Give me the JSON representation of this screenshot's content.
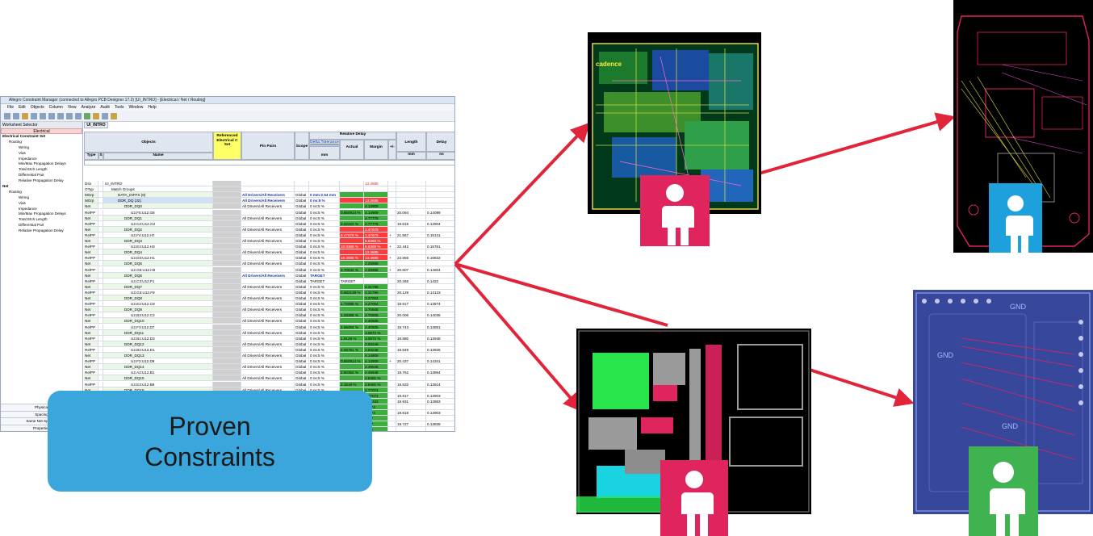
{
  "window": {
    "title": "Allegro Constraint Manager (connected to Allegro PCB Designer 17.2) [UI_INTRO] - [Electrical / Net / Routing]",
    "menus": [
      "File",
      "Edit",
      "Objects",
      "Column",
      "View",
      "Analyze",
      "Audit",
      "Tools",
      "Window",
      "Help"
    ]
  },
  "worksheet": {
    "header": "Worksheet Selector",
    "selected": "Electrical",
    "tree": [
      {
        "level": 1,
        "label": "Electrical Constraint Set"
      },
      {
        "level": 2,
        "label": "Routing"
      },
      {
        "level": 3,
        "label": "Wiring"
      },
      {
        "level": 3,
        "label": "Vias"
      },
      {
        "level": 3,
        "label": "Impedance"
      },
      {
        "level": 3,
        "label": "Min/Max Propagation Delays"
      },
      {
        "level": 3,
        "label": "Total Etch Length"
      },
      {
        "level": 3,
        "label": "Differential Pair"
      },
      {
        "level": 3,
        "label": "Relative Propagation Delay"
      },
      {
        "level": 1,
        "label": "Net"
      },
      {
        "level": 2,
        "label": "Routing"
      },
      {
        "level": 3,
        "label": "Wiring"
      },
      {
        "level": 3,
        "label": "Vias"
      },
      {
        "level": 3,
        "label": "Impedance"
      },
      {
        "level": 3,
        "label": "Min/Max Propagation Delays"
      },
      {
        "level": 3,
        "label": "Total Etch Length"
      },
      {
        "level": 3,
        "label": "Differential Pair"
      },
      {
        "level": 3,
        "label": "Relative Propagation Delay"
      }
    ],
    "bottom_tabs": [
      "Physical",
      "Spacing",
      "Same Net Spacing",
      "Properties"
    ]
  },
  "grid": {
    "tab": "UI_INTRO",
    "headers": {
      "objects": "Objects",
      "type": "Type",
      "s": "S",
      "name": "Name",
      "ref_cset": "Referenced Electrical C Set",
      "pin_pairs": "Pin Pairs",
      "scope": "Scope",
      "relative_delay": "Relative Delay",
      "delta_tolerance": "Delta:Tolerance",
      "actual": "Actual",
      "margin": "Margin",
      "plusminus": "+/-",
      "length": "Length",
      "delay": "Delay",
      "mm": "mm",
      "ns": "ns"
    },
    "rows": [
      {
        "type": "Dsn",
        "name": "UI_INTRO",
        "ind": 0,
        "pins": "",
        "scope": "",
        "tol": "",
        "actual": "",
        "ac": "",
        "margin": "13.3685",
        "mc": "redtxt",
        "pm": "",
        "len": "",
        "dly": ""
      },
      {
        "type": "OTyp",
        "name": "Match Groups",
        "ind": 1,
        "pins": "",
        "scope": "",
        "tol": "",
        "actual": "",
        "ac": "",
        "margin": "",
        "mc": "",
        "pm": "",
        "len": "",
        "dly": ""
      },
      {
        "type": "MGrp",
        "name": "DATA_DIFFS (8)",
        "ind": 2,
        "pins": "All Drivers/All Receivers",
        "scope": "Global",
        "tol": "0 mm:2.54 mm",
        "actual": "",
        "ac": "green",
        "margin": "",
        "mc": "green",
        "pm": "",
        "len": "",
        "dly": "",
        "blue": true
      },
      {
        "type": "MGrp",
        "name": "DDR_DQ (32)",
        "ind": 2,
        "pins": "All Drivers/All Receivers",
        "scope": "Global",
        "tol": "0 ns:5 %",
        "actual": "",
        "ac": "red",
        "margin": "13.3685",
        "mc": "red",
        "pm": "",
        "len": "",
        "dly": "",
        "blue": true,
        "sel": true
      },
      {
        "type": "Net",
        "name": "DDR_DQ0",
        "ind": 3,
        "pins": "All Drivers/All Receivers",
        "scope": "Global",
        "tol": "0 ns:5 %",
        "actual": "",
        "ac": "green",
        "margin": "4.14909",
        "mc": "green",
        "pm": "",
        "len": "",
        "dly": ""
      },
      {
        "type": "RelPP",
        "name": "U2.F5:U12.G8",
        "ind": 4,
        "pins": "",
        "scope": "Global",
        "tol": "0 ns:5 %",
        "actual": "0.850914 %",
        "ac": "green",
        "margin": "4.14909",
        "mc": "green",
        "pm": "",
        "len": "20.094",
        "dly": "0.14099"
      },
      {
        "type": "Net",
        "name": "DDR_DQ1",
        "ind": 3,
        "pins": "All Drivers/All Receivers",
        "scope": "Global",
        "tol": "0 ns:5 %",
        "actual": "",
        "ac": "green",
        "margin": "2.77778",
        "mc": "green",
        "pm": "",
        "len": "",
        "dly": ""
      },
      {
        "type": "RelPP",
        "name": "U2.C2:U12.G2",
        "ind": 4,
        "pins": "",
        "scope": "Global",
        "tol": "0 ns:5 %",
        "actual": "2.22222 %",
        "ac": "green",
        "margin": "2.77778",
        "mc": "green",
        "pm": "",
        "len": "19.819",
        "dly": "0.13904"
      },
      {
        "type": "Net",
        "name": "DDR_DQ2",
        "ind": 3,
        "pins": "All Drivers/All Receivers",
        "scope": "Global",
        "tol": "0 ns:5 %",
        "actual": "",
        "ac": "red",
        "margin": "1.47679",
        "mc": "red",
        "pm": "",
        "len": "",
        "dly": ""
      },
      {
        "type": "RelPP",
        "name": "U2.F4:U12.H7",
        "ind": 4,
        "pins": "",
        "scope": "Global",
        "tol": "0 ns:5 %",
        "actual": "6.47679 %",
        "ac": "red",
        "margin": "1.47679",
        "mc": "red",
        "pm": "+",
        "len": "21.567",
        "dly": "0.15141"
      },
      {
        "type": "Net",
        "name": "DDR_DQ3",
        "ind": 3,
        "pins": "All Drivers/All Receivers",
        "scope": "Global",
        "tol": "0 ns:5 %",
        "actual": "",
        "ac": "red",
        "margin": "5.8369 %",
        "mc": "red",
        "pm": "",
        "len": "",
        "dly": ""
      },
      {
        "type": "RelPP",
        "name": "U2.E4:U12.H3",
        "ind": 4,
        "pins": "",
        "scope": "Global",
        "tol": "0 ns:5 %",
        "actual": "10.8369 %",
        "ac": "red",
        "margin": "5.8369 %",
        "mc": "red",
        "pm": "+",
        "len": "22.442",
        "dly": "0.15761"
      },
      {
        "type": "Net",
        "name": "DDR_DQ4",
        "ind": 3,
        "pins": "All Drivers/All Receivers",
        "scope": "Global",
        "tol": "0 ns:5 %",
        "actual": "",
        "ac": "red",
        "margin": "13.3685",
        "mc": "red",
        "pm": "",
        "len": "",
        "dly": ""
      },
      {
        "type": "RelPP",
        "name": "U2.D3:U12.H1",
        "ind": 4,
        "pins": "",
        "scope": "Global",
        "tol": "0 ns:5 %",
        "actual": "18.3685 %",
        "ac": "red",
        "margin": "13.3685",
        "mc": "red",
        "pm": "+",
        "len": "23.956",
        "dly": "0.16832"
      },
      {
        "type": "Net",
        "name": "DDR_DQ5",
        "ind": 3,
        "pins": "All Drivers/All Receivers",
        "scope": "Global",
        "tol": "0 ns:5 %",
        "actual": "",
        "ac": "green",
        "margin": "2.29958",
        "mc": "green",
        "pm": "",
        "len": "",
        "dly": ""
      },
      {
        "type": "RelPP",
        "name": "U2.G5:U12.H9",
        "ind": 4,
        "pins": "",
        "scope": "Global",
        "tol": "0 ns:5 %",
        "actual": "2.70042 %",
        "ac": "green",
        "margin": "2.29958",
        "mc": "green",
        "pm": "+",
        "len": "20.807",
        "dly": "0.14604"
      },
      {
        "type": "Net",
        "name": "DDR_DQ6",
        "ind": 3,
        "pins": "All Drivers/All Receivers",
        "scope": "Global",
        "tol": "TARGET",
        "actual": "",
        "ac": "green",
        "margin": "",
        "mc": "green",
        "pm": "",
        "len": "",
        "dly": "",
        "blue": true
      },
      {
        "type": "RelPP",
        "name": "U2.C3:U12.F1",
        "ind": 4,
        "pins": "",
        "scope": "Global",
        "tol": "TARGET",
        "actual": "TARGET",
        "ac": "",
        "margin": "",
        "mc": "",
        "pm": "",
        "len": "20.265",
        "dly": "0.1422"
      },
      {
        "type": "Net",
        "name": "DDR_DQ7",
        "ind": 3,
        "pins": "All Drivers/All Receivers",
        "scope": "Global",
        "tol": "0 ns:5 %",
        "actual": "",
        "ac": "green",
        "margin": "4.31786",
        "mc": "green",
        "pm": "",
        "len": "",
        "dly": ""
      },
      {
        "type": "RelPP",
        "name": "U2.G3:U12.F9",
        "ind": 4,
        "pins": "",
        "scope": "Global",
        "tol": "0 ns:5 %",
        "actual": "0.682138 %",
        "ac": "green",
        "margin": "4.31786",
        "mc": "green",
        "pm": "",
        "len": "20.129",
        "dly": "0.14123"
      },
      {
        "type": "Net",
        "name": "DDR_DQ8",
        "ind": 3,
        "pins": "All Drivers/All Receivers",
        "scope": "Global",
        "tol": "0 ns:5 %",
        "actual": "",
        "ac": "green",
        "margin": "3.27004",
        "mc": "green",
        "pm": "",
        "len": "",
        "dly": ""
      },
      {
        "type": "RelPP",
        "name": "U2.E2:U12.C8",
        "ind": 4,
        "pins": "",
        "scope": "Global",
        "tol": "0 ns:5 %",
        "actual": "1.72996 %",
        "ac": "green",
        "margin": "3.27004",
        "mc": "green",
        "pm": "",
        "len": "19.917",
        "dly": "0.13974"
      },
      {
        "type": "Net",
        "name": "DDR_DQ9",
        "ind": 3,
        "pins": "All Drivers/All Receivers",
        "scope": "Global",
        "tol": "0 ns:5 %",
        "actual": "",
        "ac": "green",
        "margin": "3.70605",
        "mc": "green",
        "pm": "",
        "len": "",
        "dly": ""
      },
      {
        "type": "RelPP",
        "name": "U2.B3:U12.C2",
        "ind": 4,
        "pins": "",
        "scope": "Global",
        "tol": "0 ns:5 %",
        "actual": "1.29395 %",
        "ac": "green",
        "margin": "3.70605",
        "mc": "green",
        "pm": "",
        "len": "20.006",
        "dly": "0.14036"
      },
      {
        "type": "Net",
        "name": "DDR_DQ10",
        "ind": 3,
        "pins": "All Drivers/All Receivers",
        "scope": "Global",
        "tol": "0 ns:5 %",
        "actual": "",
        "ac": "green",
        "margin": "2.40506",
        "mc": "green",
        "pm": "",
        "len": "",
        "dly": ""
      },
      {
        "type": "RelPP",
        "name": "U2.F3:U12.D7",
        "ind": 4,
        "pins": "",
        "scope": "Global",
        "tol": "0 ns:5 %",
        "actual": "2.59494 %",
        "ac": "green",
        "margin": "2.40506",
        "mc": "green",
        "pm": "",
        "len": "19.743",
        "dly": "0.13851"
      },
      {
        "type": "Net",
        "name": "DDR_DQ11",
        "ind": 3,
        "pins": "All Drivers/All Receivers",
        "scope": "Global",
        "tol": "0 ns:5 %",
        "actual": "",
        "ac": "green",
        "margin": "3.0872 %",
        "mc": "green",
        "pm": "",
        "len": "",
        "dly": ""
      },
      {
        "type": "RelPP",
        "name": "U2.B1:U12.D3",
        "ind": 4,
        "pins": "",
        "scope": "Global",
        "tol": "0 ns:5 %",
        "actual": "1.9128 %",
        "ac": "green",
        "margin": "3.0872 %",
        "mc": "green",
        "pm": "",
        "len": "19.880",
        "dly": "0.13948"
      },
      {
        "type": "Net",
        "name": "DDR_DQ12",
        "ind": 3,
        "pins": "All Drivers/All Receivers",
        "scope": "Global",
        "tol": "0 ns:5 %",
        "actual": "",
        "ac": "green",
        "margin": "2.93249",
        "mc": "green",
        "pm": "",
        "len": "",
        "dly": ""
      },
      {
        "type": "RelPP",
        "name": "U2.B2:U12.D1",
        "ind": 4,
        "pins": "",
        "scope": "Global",
        "tol": "0 ns:5 %",
        "actual": "2.06751 %",
        "ac": "green",
        "margin": "2.93249",
        "mc": "green",
        "pm": "",
        "len": "19.849",
        "dly": "0.13926"
      },
      {
        "type": "Net",
        "name": "DDR_DQ13",
        "ind": 3,
        "pins": "All Drivers/All Receivers",
        "scope": "Global",
        "tol": "0 ns:5 %",
        "actual": "",
        "ac": "green",
        "margin": "4.14909",
        "mc": "green",
        "pm": "",
        "len": "",
        "dly": ""
      },
      {
        "type": "RelPP",
        "name": "U2.F2:U12.D9",
        "ind": 4,
        "pins": "",
        "scope": "Global",
        "tol": "0 ns:5 %",
        "actual": "0.850914 %",
        "ac": "green",
        "margin": "4.14909",
        "mc": "green",
        "pm": "+",
        "len": "20.437",
        "dly": "0.14341"
      },
      {
        "type": "Net",
        "name": "DDR_DQ14",
        "ind": 3,
        "pins": "All Drivers/All Receivers",
        "scope": "Global",
        "tol": "0 ns:5 %",
        "actual": "",
        "ac": "green",
        "margin": "2.49648",
        "mc": "green",
        "pm": "",
        "len": "",
        "dly": ""
      },
      {
        "type": "RelPP",
        "name": "U2.A2:U12.B1",
        "ind": 4,
        "pins": "",
        "scope": "Global",
        "tol": "0 ns:5 %",
        "actual": "2.50352 %",
        "ac": "green",
        "margin": "2.49648",
        "mc": "green",
        "pm": "",
        "len": "19.762",
        "dly": "0.13864"
      },
      {
        "type": "Net",
        "name": "DDR_DQ15",
        "ind": 3,
        "pins": "All Drivers/All Receivers",
        "scope": "Global",
        "tol": "0 ns:5 %",
        "actual": "",
        "ac": "green",
        "margin": "2.8481 %",
        "mc": "green",
        "pm": "",
        "len": "",
        "dly": ""
      },
      {
        "type": "RelPP",
        "name": "U2.E3:U12.B9",
        "ind": 4,
        "pins": "",
        "scope": "Global",
        "tol": "0 ns:5 %",
        "actual": "2.1519 %",
        "ac": "green",
        "margin": "2.8481 %",
        "mc": "green",
        "pm": "",
        "len": "19.832",
        "dly": "0.13914"
      },
      {
        "type": "Net",
        "name": "DDR_DQ16",
        "ind": 3,
        "pins": "All Drivers/All Receivers",
        "scope": "Global",
        "tol": "0 ns:5 %",
        "actual": "",
        "ac": "green",
        "margin": "2.77074",
        "mc": "green",
        "pm": "",
        "len": "",
        "dly": ""
      },
      {
        "type": "RelPP",
        "name": "U2.L3:U13.G8",
        "ind": 4,
        "pins": "",
        "scope": "Global",
        "tol": "0 ns:5 %",
        "actual": "2.22926 %",
        "ac": "green",
        "margin": "2.77074",
        "mc": "green",
        "pm": "",
        "len": "19.817",
        "dly": "0.13903"
      },
      {
        "type": "Net",
        "name": "DDR_DQ17",
        "ind": 3,
        "pins": "All Drivers/All Receivers",
        "scope": "Global",
        "tol": "0 ns:5 %",
        "actual": "",
        "ac": "green",
        "margin": "3.33333",
        "mc": "green",
        "pm": "",
        "len": "19.931",
        "dly": "0.13983"
      },
      {
        "type": "RelPP",
        "name": "",
        "ind": 4,
        "pins": "",
        "scope": "Global",
        "tol": "0 ns:5 %",
        "actual": "",
        "ac": "green",
        "margin": "77074",
        "mc": "green",
        "pm": "",
        "len": "",
        "dly": ""
      },
      {
        "type": "Net",
        "name": "",
        "ind": 3,
        "pins": "",
        "scope": "Global",
        "tol": "0 ns:5 %",
        "actual": "",
        "ac": "green",
        "margin": "77074",
        "mc": "green",
        "pm": "",
        "len": "19.818",
        "dly": "0.13903"
      },
      {
        "type": "RelPP",
        "name": "",
        "ind": 4,
        "pins": "",
        "scope": "Global",
        "tol": "0 ns:5 %",
        "actual": "",
        "ac": "green",
        "margin": "2067",
        "mc": "green",
        "pm": "",
        "len": "",
        "dly": ""
      },
      {
        "type": "Net",
        "name": "",
        "ind": 3,
        "pins": "",
        "scope": "Global",
        "tol": "0 ns:5 %",
        "actual": "",
        "ac": "green",
        "margin": "2067",
        "mc": "green",
        "pm": "",
        "len": "19.727",
        "dly": "0.13839"
      },
      {
        "type": "RelPP",
        "name": "",
        "ind": 4,
        "pins": "",
        "scope": "Global",
        "tol": "",
        "actual": "",
        "ac": "green",
        "margin": "5851",
        "mc": "green",
        "pm": "",
        "len": "",
        "dly": ""
      }
    ]
  },
  "callout": {
    "line1": "Proven",
    "line2": "Constraints"
  },
  "boards": {
    "top_left_label": "cadence",
    "bottom_right_label_1": "GND",
    "bottom_right_label_2": "GND",
    "bottom_right_label_3": "GND"
  },
  "avatars": [
    {
      "id": "designer-1",
      "color": "#e0245e"
    },
    {
      "id": "designer-2",
      "color": "#1ea0dc"
    },
    {
      "id": "designer-3",
      "color": "#e0245e"
    },
    {
      "id": "designer-4",
      "color": "#3fb34f"
    }
  ],
  "colors": {
    "arrow": "#e0243a",
    "callout": "#3aa6dc",
    "pass": "#3fae3f",
    "fail": "#ff3b3b"
  }
}
